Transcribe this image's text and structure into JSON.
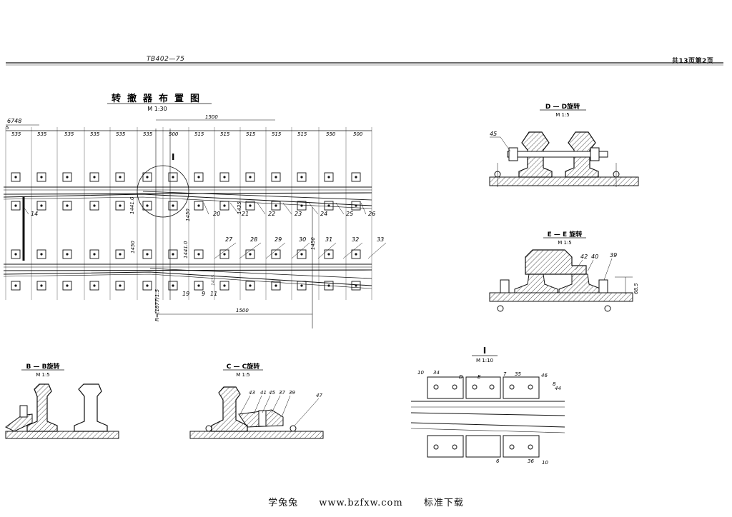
{
  "header": {
    "doc_number": "TB402—75",
    "page_info": "共13页第2页"
  },
  "main_title": "转撤器布置图",
  "main_scale": "M 1:30",
  "dims": {
    "left_start": "6748",
    "left_partial": "5",
    "top_spacings": [
      "535",
      "535",
      "535",
      "535",
      "535",
      "535",
      "500",
      "515",
      "515",
      "515",
      "515",
      "515",
      "550",
      "500"
    ],
    "top_overall": "1500",
    "bottom_run": "1500",
    "vertical": [
      "1435",
      "1450",
      "1435",
      "1450",
      "1441.0",
      "1441.0",
      "1450"
    ],
    "radius": "R=(1877)1.5"
  },
  "part_labels_top": [
    "14",
    "20",
    "21",
    "22",
    "23",
    "24",
    "25",
    "26"
  ],
  "part_labels_bottom": [
    "27",
    "28",
    "29",
    "30",
    "31",
    "32",
    "33",
    "19",
    "9",
    "11"
  ],
  "detail_label": "I",
  "sections": {
    "dd": {
      "title": "D — D旋转",
      "scale": "M 1:5",
      "label": "45"
    },
    "ee": {
      "title": "E — E 旋转",
      "scale": "M 1:5",
      "labels": [
        "42",
        "40",
        "39"
      ],
      "dim": "68.5"
    },
    "bb": {
      "title": "B — B旋转",
      "scale": "M 1:5"
    },
    "cc": {
      "title": "C — C旋转",
      "scale": "M 1:5",
      "labels": [
        "43",
        "41",
        "45",
        "37",
        "39",
        "47"
      ]
    },
    "detail": {
      "title": "I",
      "scale": "M 1:10",
      "labels": [
        "10",
        "34",
        "D",
        "E",
        "7",
        "35",
        "46",
        "44",
        "8",
        "6",
        "36",
        "10"
      ]
    }
  },
  "footer": {
    "site_name": "学兔兔",
    "url": "www.bzfxw.com",
    "slogan": "标准下载"
  }
}
